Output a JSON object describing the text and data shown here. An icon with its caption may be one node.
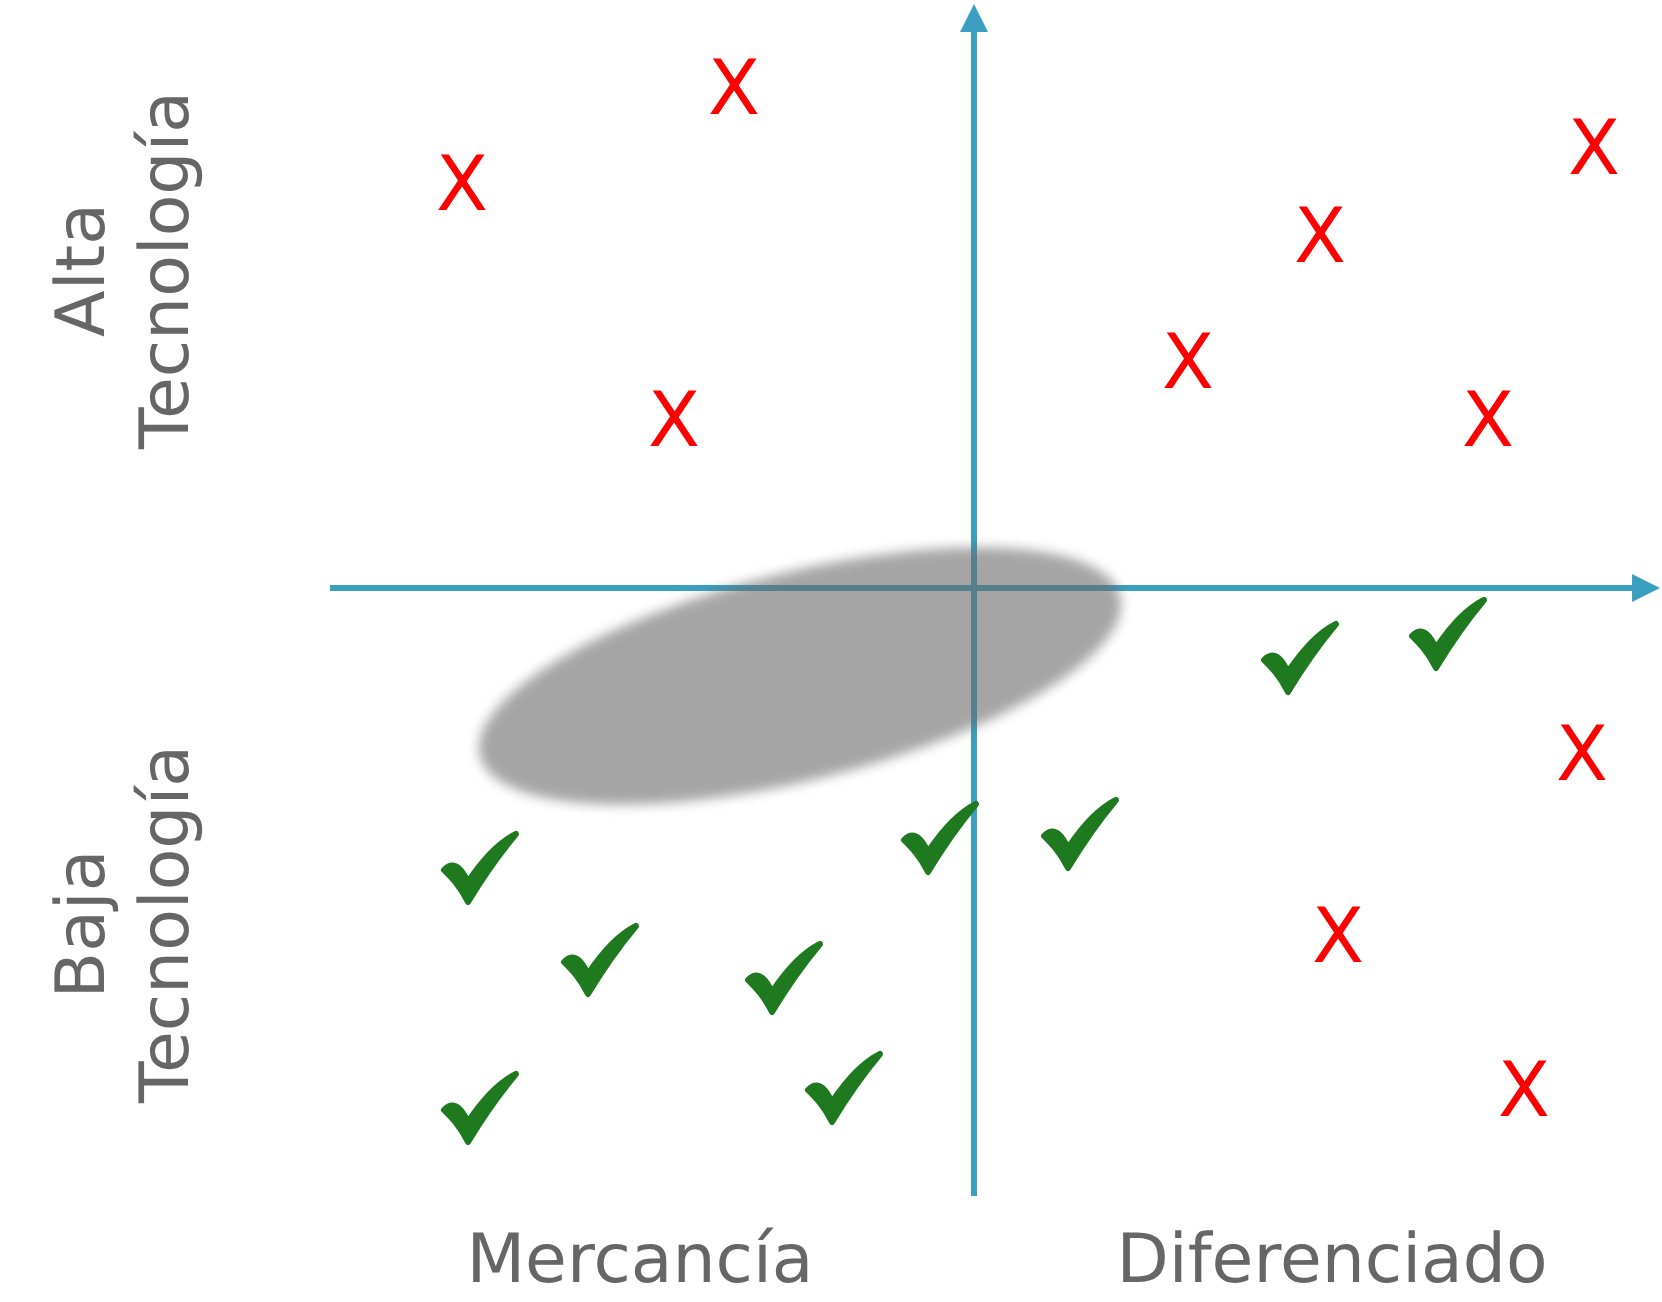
{
  "diagram": {
    "labels": [
      "Alta Tecnología",
      "Baja Tecnología",
      "Mercancía",
      "Diferenciado",
      "X",
      "X",
      "X",
      "X",
      "X",
      "X",
      "X",
      "X",
      "X",
      "X"
    ]
  }
}
